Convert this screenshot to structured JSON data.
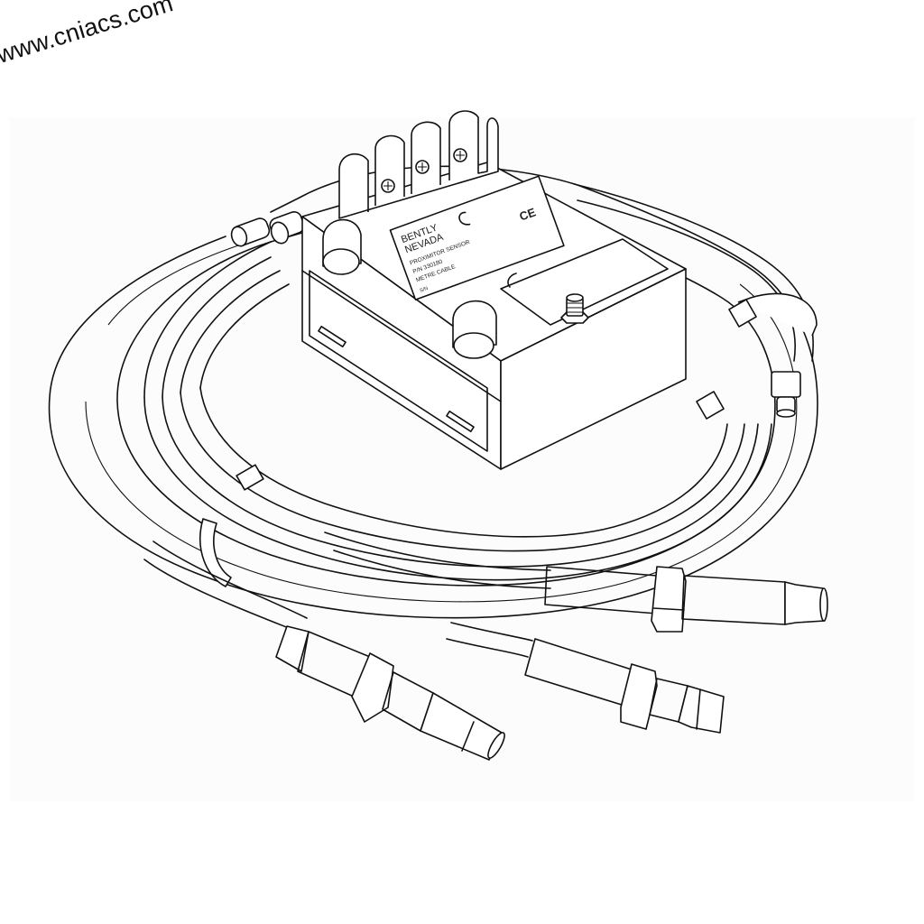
{
  "watermark": {
    "text": "www.cniacs.com"
  },
  "figure": {
    "background": "#fcfcfc",
    "stroke_color": "#111111",
    "subject": "proximitor-sensor-with-cables-and-probes",
    "label_plate": {
      "brand_line1": "BENTLY",
      "brand_line2": "NEVADA",
      "line1": "PROXIMITOR SENSOR",
      "line2": "P/N 330180",
      "line3": "METRE CABLE",
      "line4": "S/N",
      "ce_mark": "CE"
    },
    "terminal_count": 4,
    "probe_count": 2
  }
}
